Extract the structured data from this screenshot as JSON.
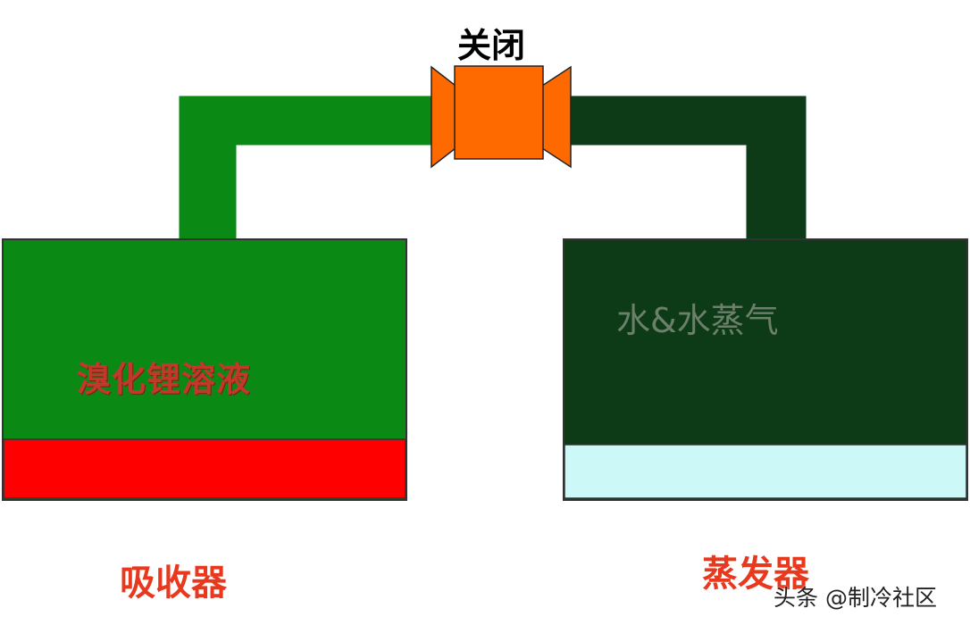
{
  "valve": {
    "state_label": "关闭"
  },
  "absorber": {
    "liquid_label": "溴化锂溶液",
    "title": "吸收器"
  },
  "evaporator": {
    "vapor_label": "水&水蒸气",
    "title": "蒸发器"
  },
  "watermark": {
    "text": "头条 @制冷社区"
  },
  "colors": {
    "absorber_green": "#0a8a14",
    "evaporator_dark": "#0d3a17",
    "valve_orange": "#ff6a00",
    "absorber_liquid_red": "#ff0000",
    "evaporator_water": "#ccf8f8"
  }
}
